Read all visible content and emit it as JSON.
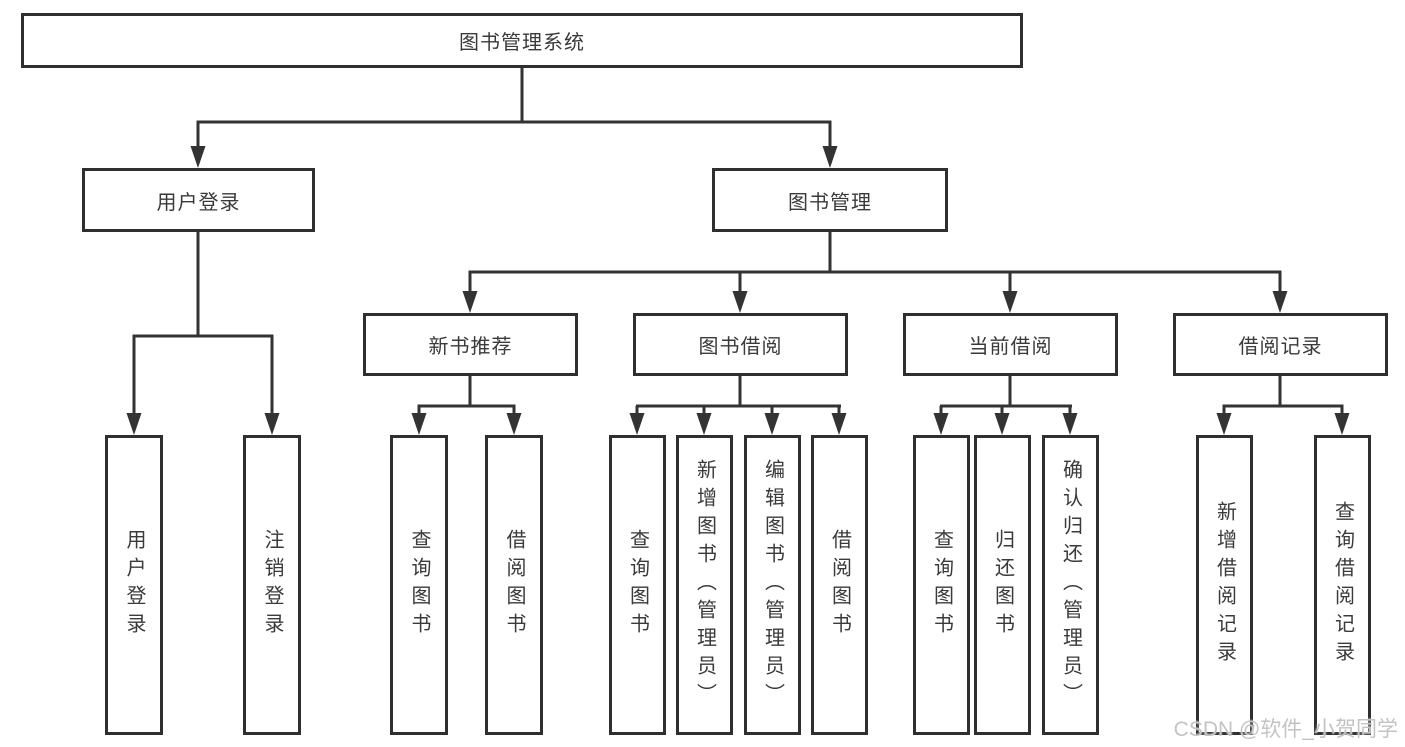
{
  "diagram": {
    "type": "tree-structure-chart",
    "nodes": {
      "root": "图书管理系统",
      "user_login": "用户登录",
      "book_mgmt": "图书管理",
      "login": "用户登录",
      "logout": "注销登录",
      "new_book": "新书推荐",
      "book_borrow": "图书借阅",
      "current_borrow": "当前借阅",
      "borrow_records": "借阅记录",
      "nb_query": "查询图书",
      "nb_borrow": "借阅图书",
      "bb_query": "查询图书",
      "bb_add": "新增图书（管理员）",
      "bb_edit": "编辑图书（管理员）",
      "bb_borrow": "借阅图书",
      "cb_query": "查询图书",
      "cb_return": "归还图书",
      "cb_confirm": "确认归还（管理员）",
      "br_add": "新增借阅记录",
      "br_query": "查询借阅记录"
    },
    "hierarchy": {
      "图书管理系统": {
        "用户登录": [
          "用户登录",
          "注销登录"
        ],
        "图书管理": {
          "新书推荐": [
            "查询图书",
            "借阅图书"
          ],
          "图书借阅": [
            "查询图书",
            "新增图书（管理员）",
            "编辑图书（管理员）",
            "借阅图书"
          ],
          "当前借阅": [
            "查询图书",
            "归还图书",
            "确认归还（管理员）"
          ],
          "借阅记录": [
            "新增借阅记录",
            "查询借阅记录"
          ]
        }
      }
    },
    "colors": {
      "line": "#333333",
      "box_border": "#2f2f2f",
      "text": "#3a3a3a",
      "background": "#ffffff",
      "watermark": "#c3c3c3"
    }
  },
  "watermark": "CSDN @软件_小贺同学"
}
